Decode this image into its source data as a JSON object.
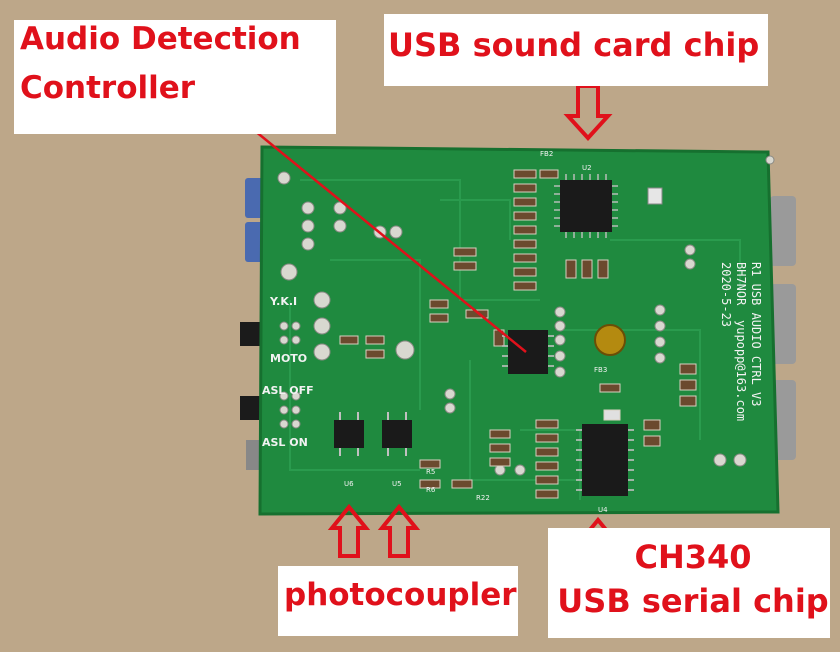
{
  "callouts": {
    "audio_detection_line1": "Audio Detection",
    "audio_detection_line2": "Controller",
    "usb_sound_card": "USB sound card chip",
    "photocoupler": "photocoupler",
    "ch340_line1": "CH340",
    "ch340_line2": "USB serial chip"
  },
  "board": {
    "silkscreen_top": [
      "BH7NOR",
      "yupopp@163.com"
    ],
    "silkscreen_mid": [
      "R1 USB AUDIO CTRL V3"
    ],
    "silkscreen_date": "2020-5-23",
    "labels": {
      "yki": "Y.K.I",
      "moto": "MOTO",
      "asl_off": "ASL OFF",
      "asl_on": "ASL ON",
      "u2": "U2",
      "u4": "U4",
      "u5": "U5",
      "u6": "U6",
      "fb2": "FB2",
      "fb3": "FB3",
      "r22": "R22",
      "r6": "R6",
      "r5": "R5"
    }
  },
  "colors": {
    "background": "#bfa88a",
    "pcb": "#1f8a3f",
    "annotation": "#e0111b",
    "chip": "#1a1a1a"
  }
}
